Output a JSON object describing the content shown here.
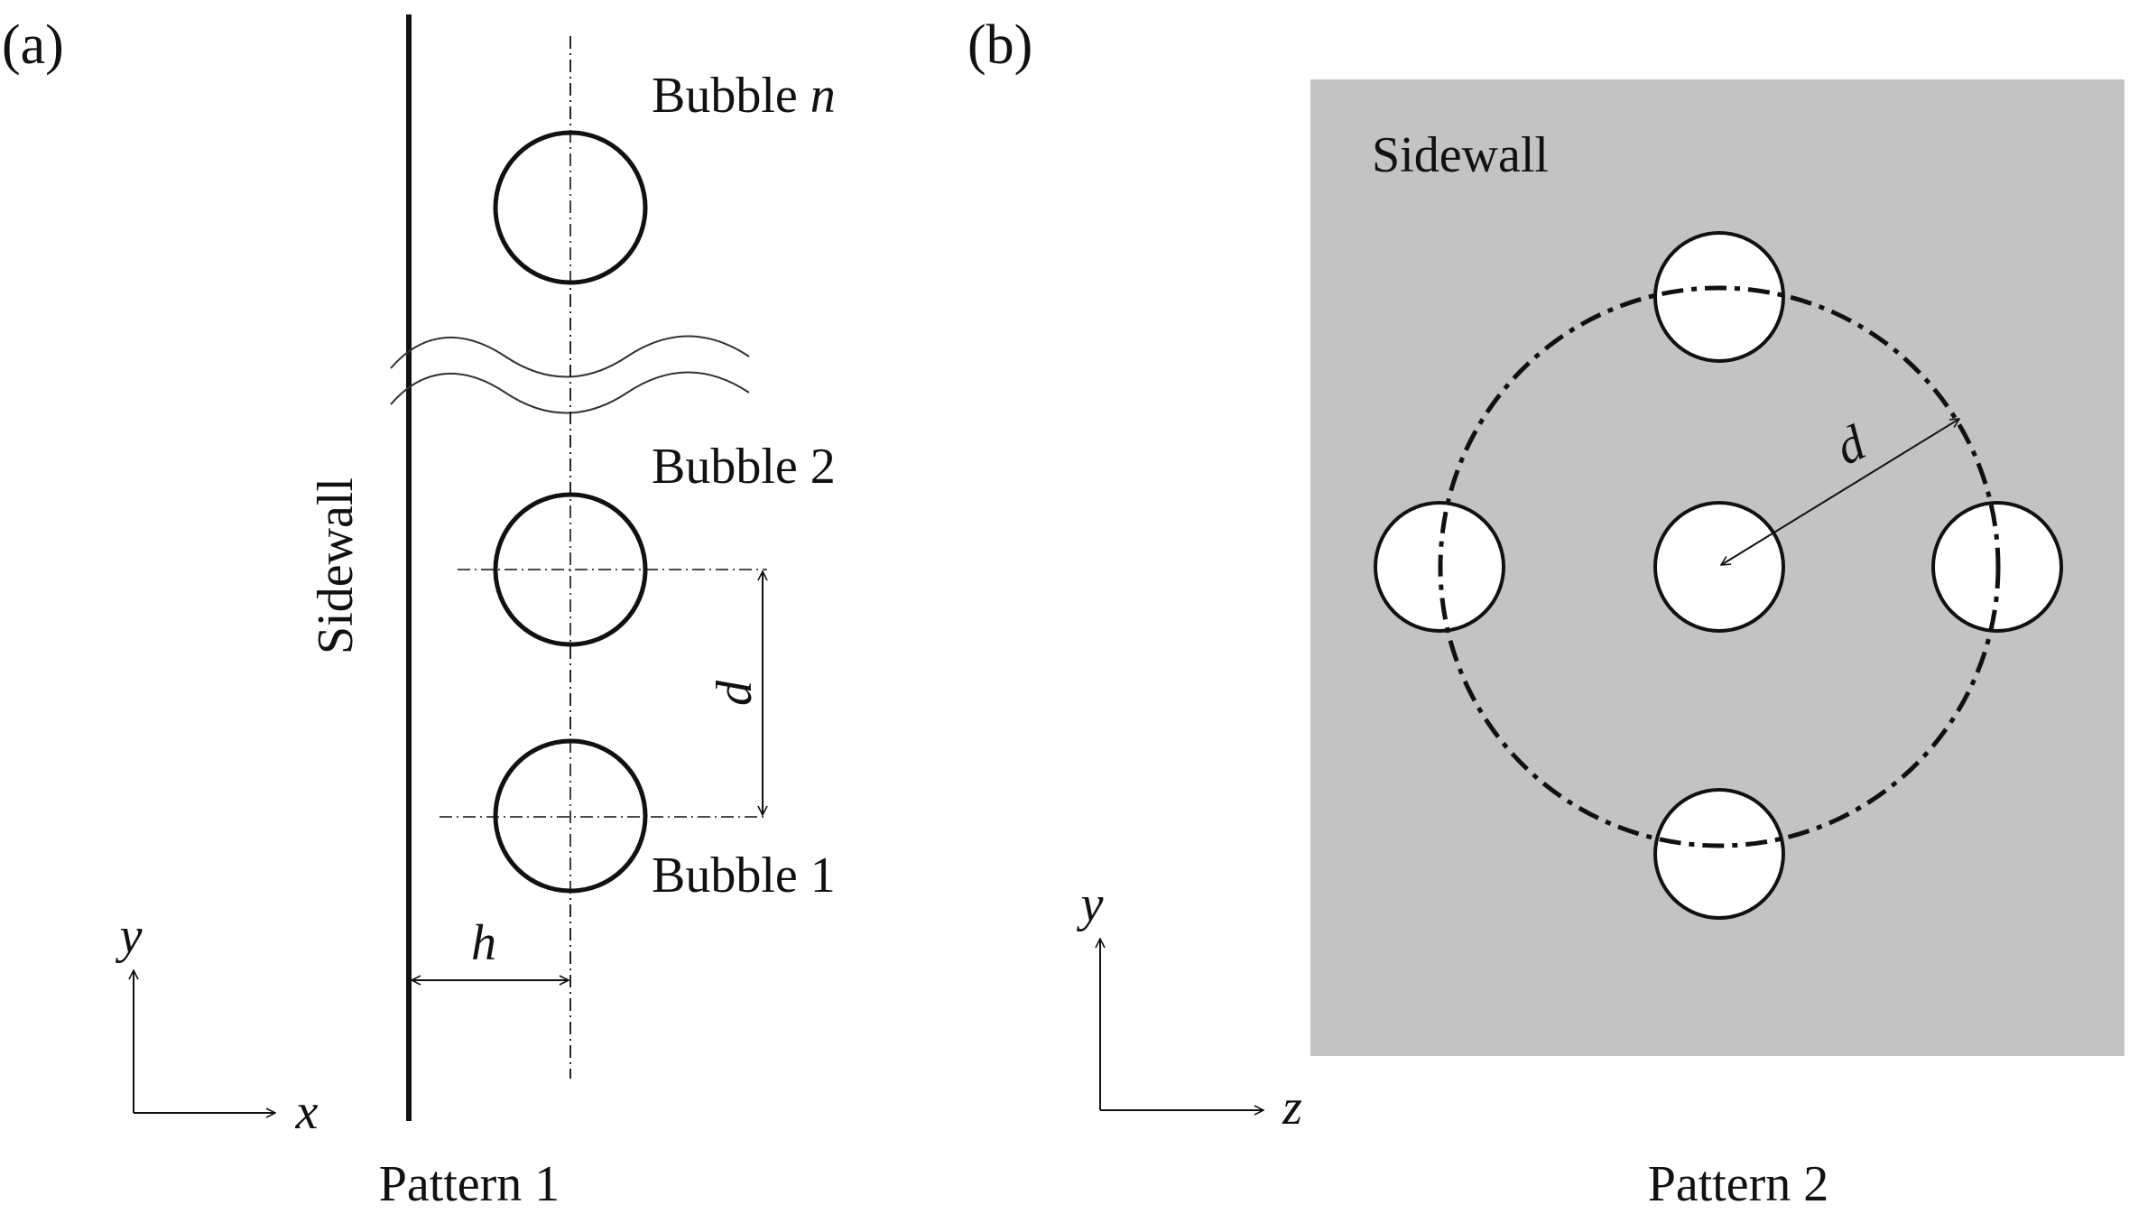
{
  "panel_a": {
    "label": "(a)",
    "sidewall_label": "Sidewall",
    "bubble_n_label": "Bubble",
    "bubble_n_index": "n",
    "bubble_2_label": "Bubble 2",
    "bubble_1_label": "Bubble 1",
    "distance_label": "d",
    "offset_label": "h",
    "axis_y_label": "y",
    "axis_x_label": "x",
    "caption": "Pattern 1"
  },
  "panel_b": {
    "label": "(b)",
    "sidewall_label": "Sidewall",
    "distance_label": "d",
    "axis_y_label": "y",
    "axis_z_label": "z",
    "caption": "Pattern 2"
  },
  "colors": {
    "sidewall_fill": "#c3c3c3",
    "line": "#111111",
    "bubble_fill": "#ffffff"
  }
}
